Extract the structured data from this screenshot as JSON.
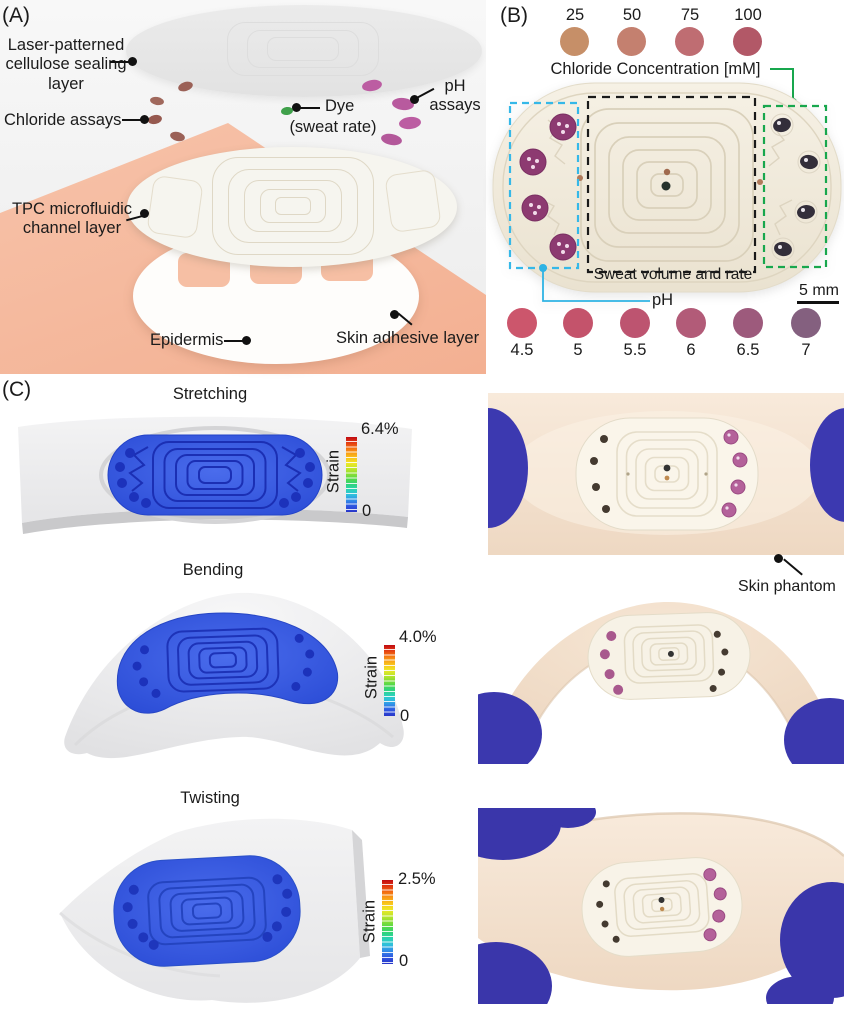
{
  "panelA": {
    "tag": "(A)",
    "labels": {
      "sealing": "Laser-patterned cellulose sealing layer",
      "chloride": "Chloride assays",
      "dye": "Dye",
      "dye_sub": "(sweat rate)",
      "ph": "pH assays",
      "tpc": "TPC microfluidic channel layer",
      "epidermis": "Epidermis",
      "adhesive": "Skin adhesive layer"
    }
  },
  "panelB": {
    "tag": "(B)",
    "chloride_title": "Chloride Concentration [mM]",
    "chloride_scale": [
      {
        "value": "25",
        "color": "#c68f68"
      },
      {
        "value": "50",
        "color": "#c4806f"
      },
      {
        "value": "75",
        "color": "#bf6d72"
      },
      {
        "value": "100",
        "color": "#b25867"
      }
    ],
    "ph_scale": [
      {
        "value": "4.5",
        "color": "#cc566c"
      },
      {
        "value": "5",
        "color": "#c4536b"
      },
      {
        "value": "5.5",
        "color": "#bd5470"
      },
      {
        "value": "6",
        "color": "#b25b78"
      },
      {
        "value": "6.5",
        "color": "#9d5a7c"
      },
      {
        "value": "7",
        "color": "#84607f"
      }
    ],
    "region_sweat": "Sweat volume and rate",
    "region_ph": "pH",
    "scale_bar": "5 mm",
    "annotation_colors": {
      "ph_box": "#35b8e8",
      "sweat_box": "#1a1a1a",
      "chloride_box": "#18a74d"
    }
  },
  "panelC": {
    "tag": "(C)",
    "rows": [
      {
        "title": "Stretching",
        "strain_max": "6.4%",
        "strain_min": "0",
        "colorbar_label": "Strain"
      },
      {
        "title": "Bending",
        "strain_max": "4.0%",
        "strain_min": "0",
        "colorbar_label": "Strain"
      },
      {
        "title": "Twisting",
        "strain_max": "2.5%",
        "strain_min": "0",
        "colorbar_label": "Strain"
      }
    ],
    "photo_label": "Skin phantom"
  }
}
